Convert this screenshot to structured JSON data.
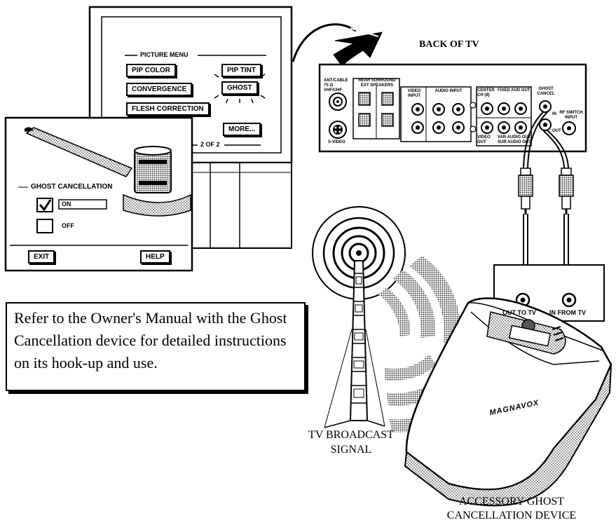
{
  "tv_screen": {
    "picture_menu_title": "PICTURE MENU",
    "buttons": [
      "PIP COLOR",
      "CONVERGENCE",
      "FLESH CORRECTION",
      "PIP TINT",
      "GHOST",
      "MORE..."
    ],
    "page_indicator": "2 OF 2"
  },
  "ghost_menu": {
    "title": "GHOST CANCELLATION",
    "options": [
      "ON",
      "OFF"
    ],
    "exit_label": "EXIT",
    "help_label": "HELP"
  },
  "back_panel": {
    "title": "BACK OF TV",
    "labels": {
      "antenna": "ANT/CABLE 75 Ω VHF/UHF",
      "svideo": "S-VIDEO",
      "rear_surround": "REAR SURROUND EXT SPEAKERS",
      "video_input": "VIDEO INPUT",
      "audio_input": "AUDIO INPUT",
      "center": "CENTER CH (8)",
      "fixed_audio": "FIXED AUD OUT",
      "ghost_cancel": "GHOST CANCEL",
      "rf_switch": "RF SWITCH INPUT",
      "video_out": "VIDEO OUT",
      "var_audio": "VAR AUDIO OUT",
      "sur_audio": "SUR AUDIO OUT",
      "in": "IN",
      "out": "OUT"
    }
  },
  "note_text": "Refer to the Owner's Manual with the Ghost Cancellation device for detailed instructions on its hook-up and use.",
  "callouts": {
    "broadcast": [
      "TV BROADCAST",
      "SIGNAL"
    ],
    "device": [
      "ACCESSORY GHOST",
      "CANCELLATION DEVICE"
    ],
    "out_to_tv": "OUT TO TV",
    "in_from_tv": "IN FROM TV"
  },
  "device_logo": "MAGNAVOX"
}
